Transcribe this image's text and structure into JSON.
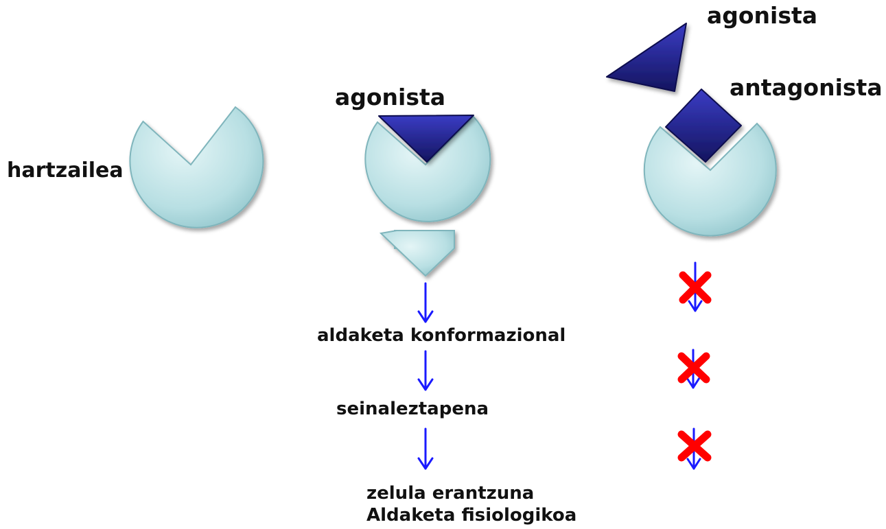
{
  "labels": {
    "receptor": "hartzailea",
    "agonist_bound": "agonista",
    "agonist_free": "agonista",
    "antagonist": "antagonista",
    "step_conformational": "aldaketa konformazional",
    "step_signaling": "seinaleztapena",
    "response_line1": "zelula erantzuna",
    "response_line2": "Aldaketa fisiologikoa"
  },
  "icons": {
    "receptor": "receptor-pacman-shape",
    "agonist": "triangle-ligand",
    "antagonist": "square-ligand",
    "arrow": "down-arrow-icon",
    "block": "red-x-icon"
  },
  "colors": {
    "receptor_fill": "#b8dfe3",
    "receptor_stroke": "#7fb5bc",
    "ligand_fill": "#1e1f8c",
    "ligand_stroke": "#0c0c4e",
    "arrow": "#1a1aff",
    "block": "#ff0000",
    "text": "#111111"
  }
}
